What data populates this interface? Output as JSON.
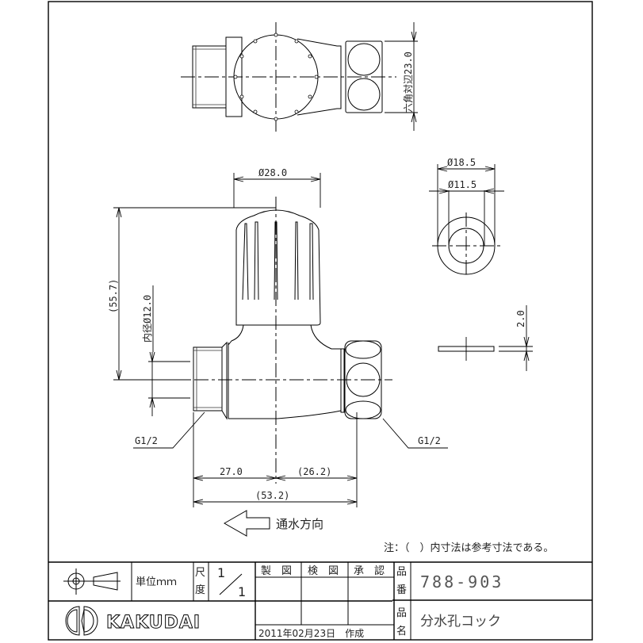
{
  "drawing": {
    "top_view": {
      "hex_across_flats_label": "六角対辺23.0"
    },
    "front_view": {
      "handle_diameter": "Ø28.0",
      "height": "(55.7)",
      "inner_diameter": "内径Ø12.0",
      "thread_left": "G1/2",
      "thread_right": "G1/2",
      "dim_left": "27.0",
      "dim_right": "(26.2)",
      "dim_total": "(53.2)",
      "flow_direction": "通水方向"
    },
    "washer_view": {
      "outer_diameter": "Ø18.5",
      "inner_diameter": "Ø11.5",
      "thickness": "2.0"
    },
    "note": "注：（　）内寸法は参考寸法である。"
  },
  "title_block": {
    "unit_label": "単位ｍｍ",
    "scale_label_1": "尺",
    "scale_label_2": "度",
    "scale_num": "1",
    "scale_den": "1",
    "drawn_label": "製　図",
    "checked_label": "検　図",
    "approved_label": "承　認",
    "date_created": "2011年02月23日　作成",
    "part_no_label_1": "品",
    "part_no_label_2": "番",
    "part_no": "788-903",
    "part_name_label_1": "品",
    "part_name_label_2": "名",
    "part_name": "分水孔コック",
    "brand": "KAKUDAI"
  }
}
